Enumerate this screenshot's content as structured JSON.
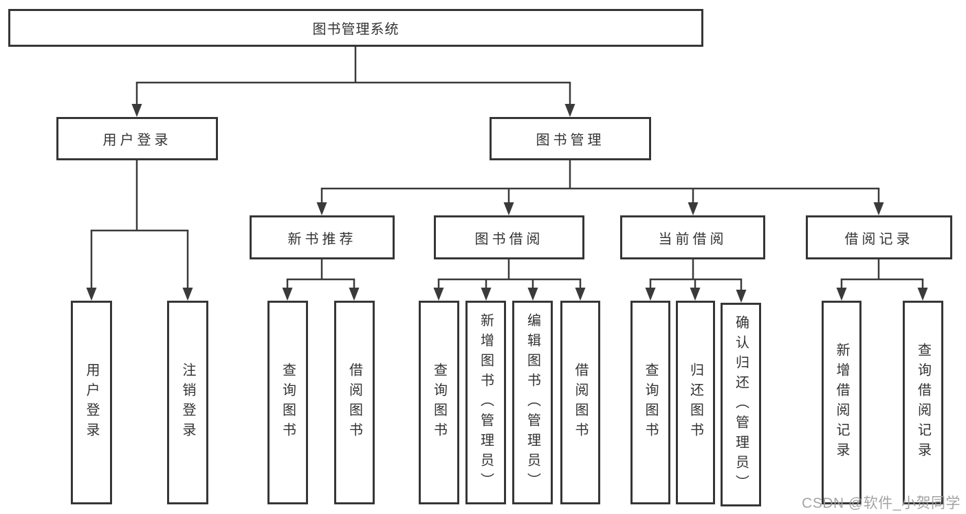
{
  "tree": {
    "root": {
      "label": "图书管理系统"
    },
    "branches": [
      {
        "label": "用户登录",
        "children": [
          {
            "label": "用户登录"
          },
          {
            "label": "注销登录"
          }
        ]
      },
      {
        "label": "图书管理",
        "children": [
          {
            "label": "新书推荐",
            "children": [
              {
                "label": "查询图书"
              },
              {
                "label": "借阅图书"
              }
            ]
          },
          {
            "label": "图书借阅",
            "children": [
              {
                "label": "查询图书"
              },
              {
                "label": "新增图书（管理员）"
              },
              {
                "label": "编辑图书（管理员）"
              },
              {
                "label": "借阅图书"
              }
            ]
          },
          {
            "label": "当前借阅",
            "children": [
              {
                "label": "查询图书"
              },
              {
                "label": "归还图书"
              },
              {
                "label": "确认归还（管理员）"
              }
            ]
          },
          {
            "label": "借阅记录",
            "children": [
              {
                "label": "新增借阅记录"
              },
              {
                "label": "查询借阅记录"
              }
            ]
          }
        ]
      }
    ]
  },
  "watermark": {
    "text": "CSDN @软件_小贺同学"
  },
  "colors": {
    "line": "#3a3a3a",
    "border": "#363636",
    "text": "#333333",
    "watermark_text": "#9c9c9c",
    "background": "#ffffff"
  }
}
